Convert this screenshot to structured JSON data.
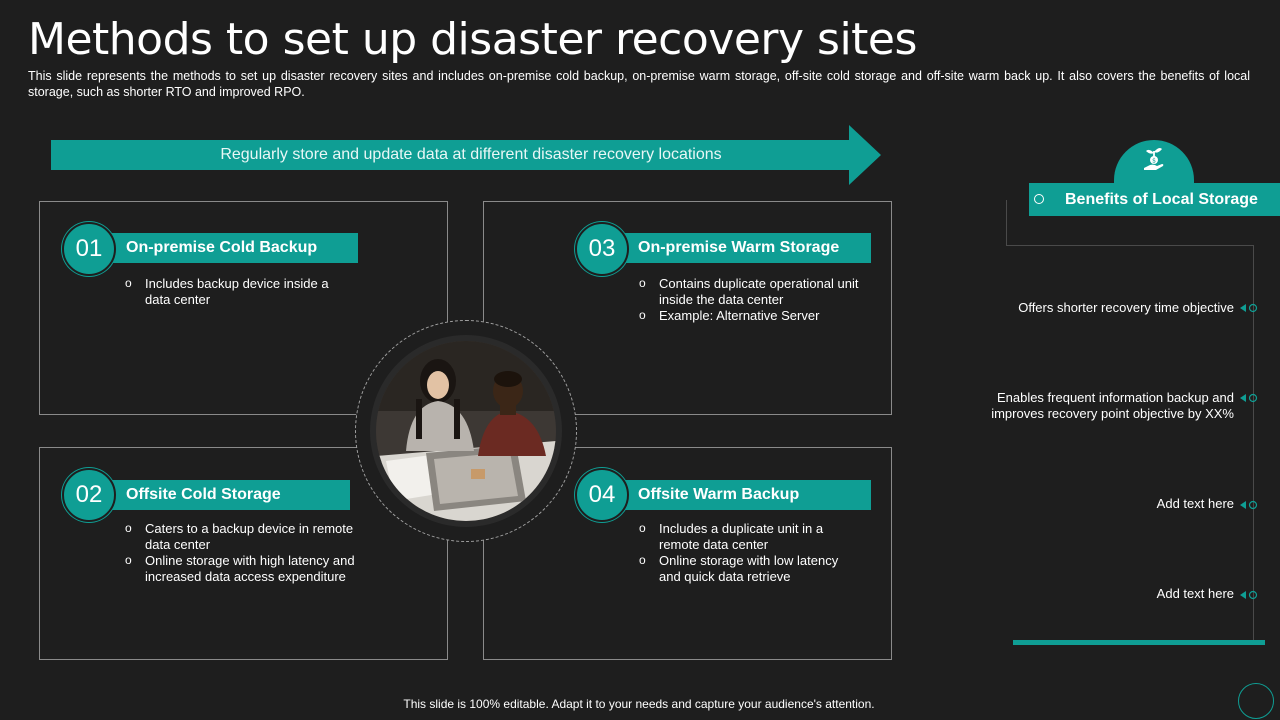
{
  "slide": {
    "title": "Methods to set up disaster recovery sites",
    "subtitle": "This slide represents the methods to set up disaster recovery  sites and includes on-premise cold backup, on-premise warm storage, off-site cold storage and off-site warm back up. It also covers the benefits of local storage, such as shorter RTO and improved  RPO.",
    "arrow_text": "Regularly  store and update data at different disaster recovery  locations",
    "footer": "This slide is 100% editable. Adapt it to your needs and capture your audience's attention."
  },
  "methods": [
    {
      "number": "01",
      "label": "On-premise Cold Backup",
      "bullets": [
        "Includes backup device inside a data center"
      ]
    },
    {
      "number": "03",
      "label": "On-premise Warm Storage",
      "bullets": [
        "Contains duplicate operational unit inside the data center",
        "Example: Alternative Server"
      ]
    },
    {
      "number": "02",
      "label": "Offsite Cold Storage",
      "bullets": [
        "Caters to a backup device  in remote data center",
        "Online storage with high latency and increased data access expenditure"
      ]
    },
    {
      "number": "04",
      "label": "Offsite Warm Backup",
      "bullets": [
        "Includes a duplicate unit in a remote data center",
        "Online storage with low latency and quick data retrieve"
      ]
    }
  ],
  "benefits": {
    "header": "Benefits of Local Storage",
    "icon": "money-plant-hand-icon",
    "items": [
      "Offers shorter recovery time objective",
      "Enables frequent  information backup and improves  recovery  point objective  by XX%",
      "Add text here",
      "Add text here"
    ]
  },
  "colors": {
    "accent": "#0f9e94",
    "background": "#1e1e1e"
  }
}
